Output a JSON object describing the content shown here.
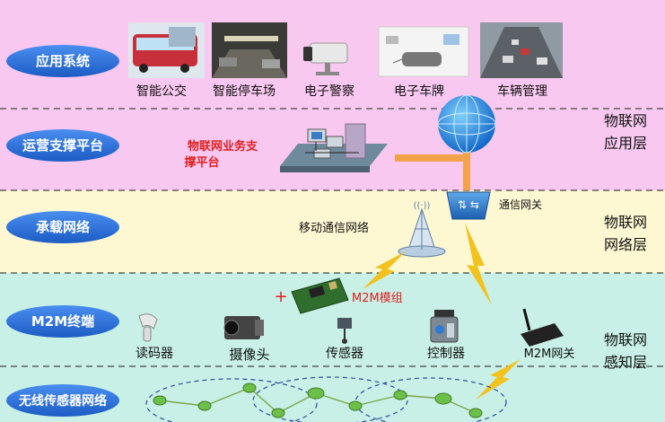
{
  "layers": [
    {
      "label": "应用系统",
      "band_color": "#f8c8f0"
    },
    {
      "label": "运营支撑平台",
      "band_color": "#f8c8f0"
    },
    {
      "label": "承载网络",
      "band_color": "#fdf8d2"
    },
    {
      "label": "M2M终端",
      "band_color": "#c8f0e6"
    },
    {
      "label": "无线传感器网络",
      "band_color": "#c8f0e6"
    }
  ],
  "right_labels": {
    "application_layer": [
      "物联网",
      "应用层"
    ],
    "network_layer": [
      "物联网",
      "网络层"
    ],
    "perception_layer": [
      "物联网",
      "感知层"
    ]
  },
  "applications": [
    {
      "label": "智能公交",
      "icon": "bus-photo"
    },
    {
      "label": "智能停车场",
      "icon": "parking-photo"
    },
    {
      "label": "电子警察",
      "icon": "camera-photo"
    },
    {
      "label": "电子车牌",
      "icon": "plate-diagram"
    },
    {
      "label": "车辆管理",
      "icon": "traffic-photo"
    }
  ],
  "platform_caption": [
    "物联网业务支",
    "撑平台"
  ],
  "gateway_label": "通信网关",
  "mobile_network_label": "移动通信网络",
  "m2m_module_label": "M2M模组",
  "plus_sign": "+",
  "terminals": [
    {
      "label": "读码器",
      "icon": "scanner-icon"
    },
    {
      "label": "摄像头",
      "icon": "cctv-icon"
    },
    {
      "label": "传感器",
      "icon": "sensor-icon"
    },
    {
      "label": "控制器",
      "icon": "controller-icon"
    },
    {
      "label": "M2M网关",
      "icon": "router-icon"
    }
  ],
  "colors": {
    "pill": "#2a72d6",
    "pill_text": "#ffffff",
    "platform_caption": "#e02020",
    "module_label": "#e02020",
    "pipe": "#f3a24a",
    "lightning": "#f2c21f",
    "node": "#6cc04a"
  }
}
